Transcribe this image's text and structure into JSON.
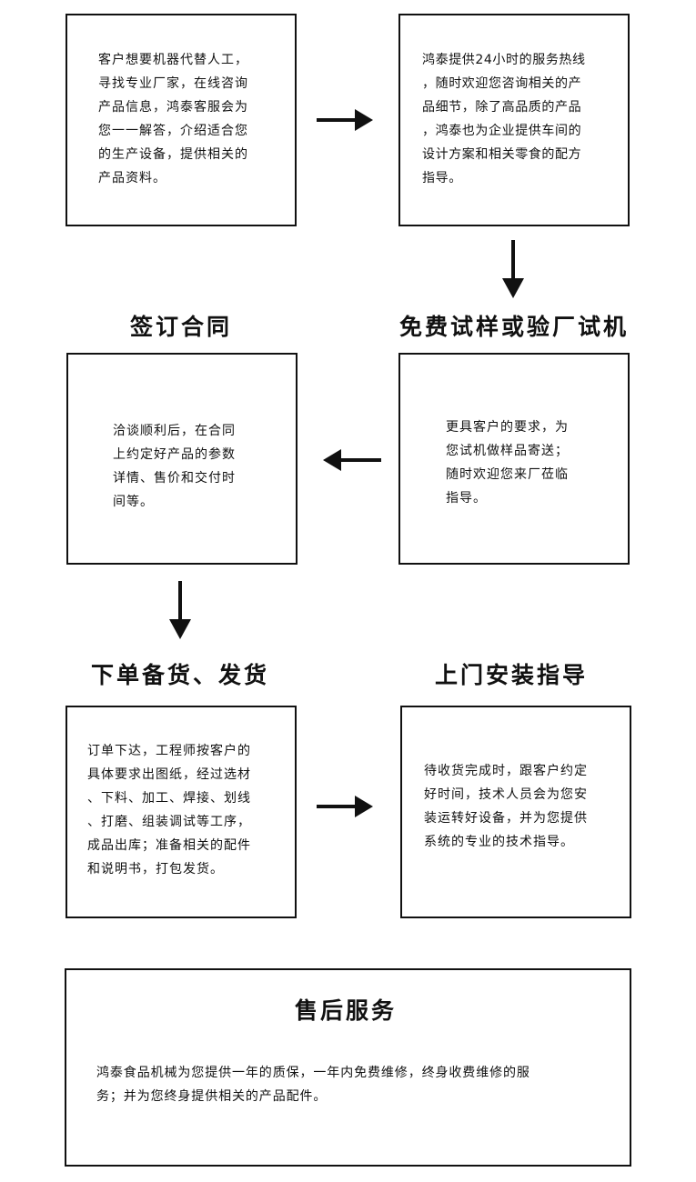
{
  "steps": [
    {
      "lines": [
        "客户想要机器代替人工，",
        "寻找专业厂家，在线咨询",
        "产品信息，鸿泰客服会为",
        "您一一解答，介绍适合您",
        "的生产设备，提供相关的",
        "产品资料。"
      ]
    },
    {
      "lines": [
        "鸿泰提供24小时的服务热线",
        "，随时欢迎您咨询相关的产",
        "品细节，除了高品质的产品",
        "，鸿泰也为企业提供车间的",
        "设计方案和相关零食的配方",
        "指导。"
      ]
    },
    {
      "title": "签订合同",
      "lines": [
        "洽谈顺利后，在合同",
        "上约定好产品的参数",
        "详情、售价和交付时",
        "间等。"
      ]
    },
    {
      "title": "免费试样或验厂试机",
      "lines": [
        "更具客户的要求，为",
        "您试机做样品寄送；",
        "随时欢迎您来厂莅临",
        "指导。"
      ]
    },
    {
      "title": "下单备货、发货",
      "lines": [
        "订单下达，工程师按客户的",
        "具体要求出图纸，经过选材",
        "、下料、加工、焊接、划线",
        "、打磨、组装调试等工序，",
        "成品出库；准备相关的配件",
        "和说明书，打包发货。"
      ]
    },
    {
      "title": "上门安装指导",
      "lines": [
        "待收货完成时，跟客户约定",
        "好时间，技术人员会为您安",
        "装运转好设备，并为您提供",
        "系统的专业的技术指导。"
      ]
    }
  ],
  "after_sales": {
    "title": "售后服务",
    "lines": [
      "鸿泰食品机械为您提供一年的质保，一年内免费维修，终身收费维修的服",
      "务；并为您终身提供相关的产品配件。"
    ]
  }
}
